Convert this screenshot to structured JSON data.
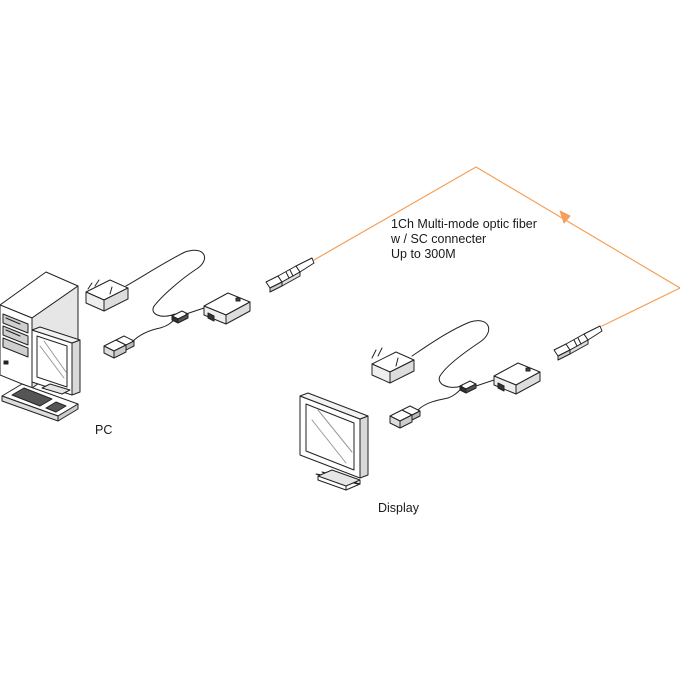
{
  "labels": {
    "pc": "PC",
    "display": "Display",
    "fiber_line1": "1Ch Multi-mode optic fiber",
    "fiber_line2": "w / SC connecter",
    "fiber_line3": "Up to 300M"
  },
  "colors": {
    "fiber_cable": "#f5a05a",
    "line_art": "#222222",
    "background": "#ffffff"
  }
}
